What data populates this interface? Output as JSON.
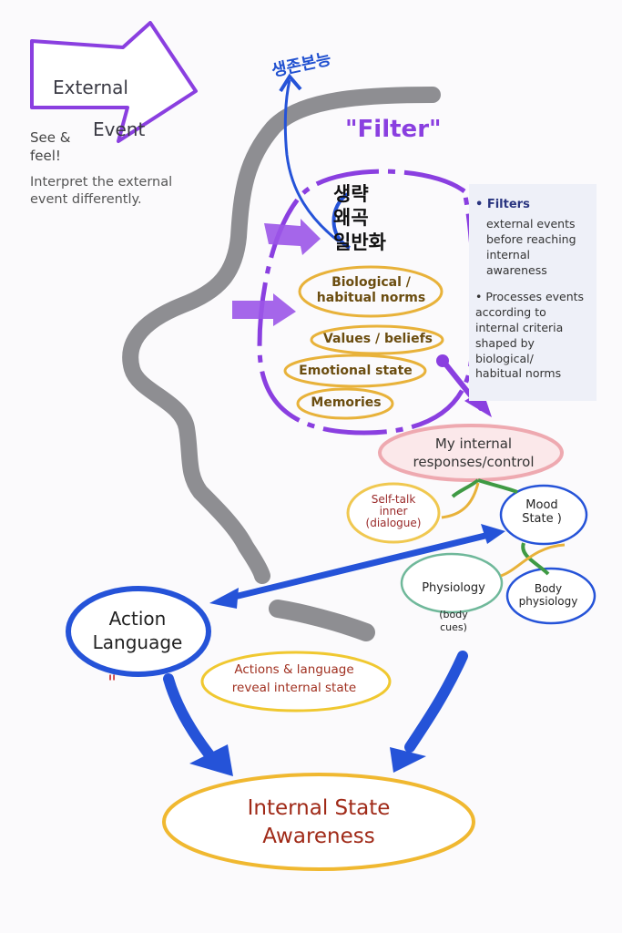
{
  "external_event": {
    "line1": "External",
    "line2": "Event"
  },
  "see_feel": "See &\nfeel!",
  "interpret_note": "Interpret the external\nevent differently.",
  "survival_instinct": "생존본능",
  "filter_title": "\"Filter\"",
  "korean_lines": "생략\n왜곡\n일반화",
  "side_note": {
    "bullet1_title": "• Filters",
    "bullet1_text": "external events\nbefore reaching\ninternal\nawareness",
    "bullet2_text": "• Processes events\n  according to\n  internal criteria\n  shaped by\n  biological/\n  habitual norms"
  },
  "filter_items": [
    "Biological /\nhabitual norms",
    "Values / beliefs",
    "Emotional state",
    "Memories"
  ],
  "internal_responses": "My internal\nresponses/control",
  "self_talk": "Self-talk\ninner\n(dialogue)",
  "mood_state": "Mood\nState )",
  "physiology": {
    "title": "Physiology",
    "sub": "(body\ncues)"
  },
  "body_physiology": "Body\nphysiology",
  "action_language": "Action\nLanguage",
  "quote_mark": "\"",
  "reveal_note": "Actions & language\nreveal internal state",
  "awareness": "Internal State\nAwareness",
  "colors": {
    "purple": "#8a3fe0",
    "blue": "#2553d8",
    "gray": "#8e8e92",
    "gold": "#e8b23a",
    "pink": "#eea9b0",
    "green": "#3f9a44",
    "teal": "#6fb89a",
    "red_text": "#a02a18"
  }
}
